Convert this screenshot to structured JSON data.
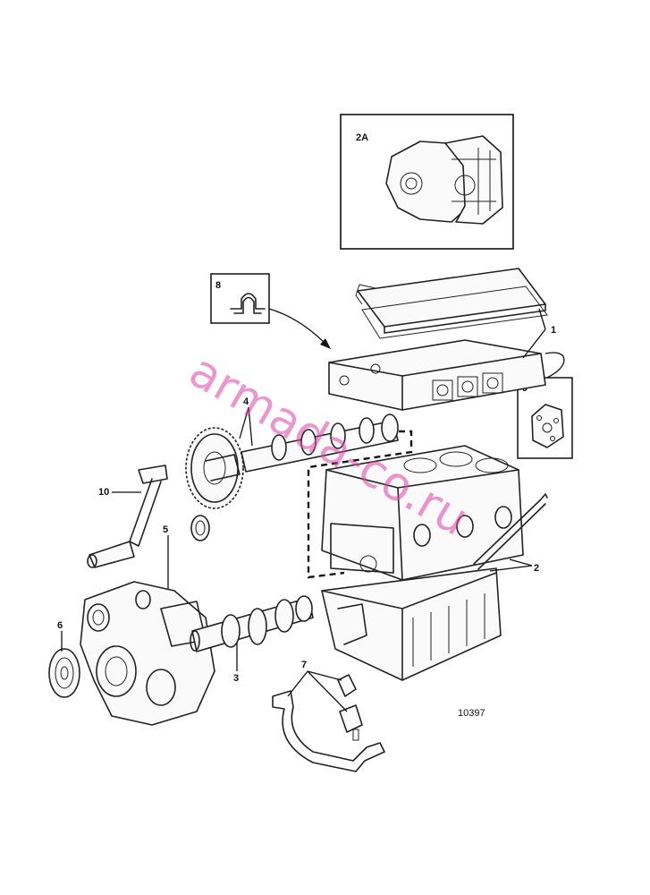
{
  "callouts": {
    "c1": "1",
    "c2": "2",
    "c2a": "2A",
    "c3": "3",
    "c4": "4",
    "c5": "5",
    "c6": "6",
    "c7": "7",
    "c8": "8",
    "c9": "9",
    "c10": "10"
  },
  "drawing_number": "10397",
  "watermark": "armada-co.ru",
  "colors": {
    "line": "#222222",
    "watermark": "#e040a8"
  }
}
